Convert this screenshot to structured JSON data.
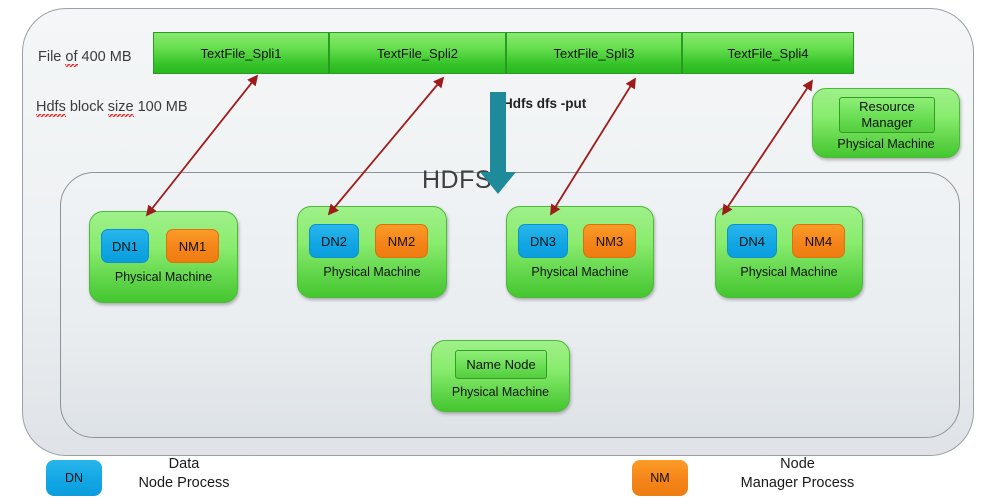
{
  "diagram": {
    "title_hdfs": "HDFS",
    "annotations": {
      "file_label": "File of 400 MB",
      "block_label": "Hdfs block size 100 MB",
      "put_command": "Hdfs dfs -put"
    },
    "splits": [
      {
        "label": "TextFile_Spli1"
      },
      {
        "label": "TextFile_Spli2"
      },
      {
        "label": "TextFile_Spli3"
      },
      {
        "label": "TextFile_Spli4"
      }
    ],
    "data_nodes": [
      {
        "dn": "DN1",
        "nm": "NM1",
        "caption": "Physical Machine"
      },
      {
        "dn": "DN2",
        "nm": "NM2",
        "caption": "Physical Machine"
      },
      {
        "dn": "DN3",
        "nm": "NM3",
        "caption": "Physical Machine"
      },
      {
        "dn": "DN4",
        "nm": "NM4",
        "caption": "Physical Machine"
      }
    ],
    "resource_manager": {
      "title": "Resource Manager",
      "caption": "Physical Machine"
    },
    "name_node": {
      "title": "Name Node",
      "caption": "Physical Machine"
    },
    "legend": [
      {
        "chip": "DN",
        "text": "Data\nNode  Process"
      },
      {
        "chip": "NM",
        "text": "Node\nManager Process"
      }
    ],
    "colors": {
      "split_green": "#36c329",
      "machine_green": "#55cf3f",
      "datanode_blue": "#12a7e4",
      "nodemanager_orange": "#f5841a",
      "arrow_red": "#9e1b1b",
      "put_arrow_teal": "#1f8a99",
      "container_gray": "#e9edef"
    }
  }
}
